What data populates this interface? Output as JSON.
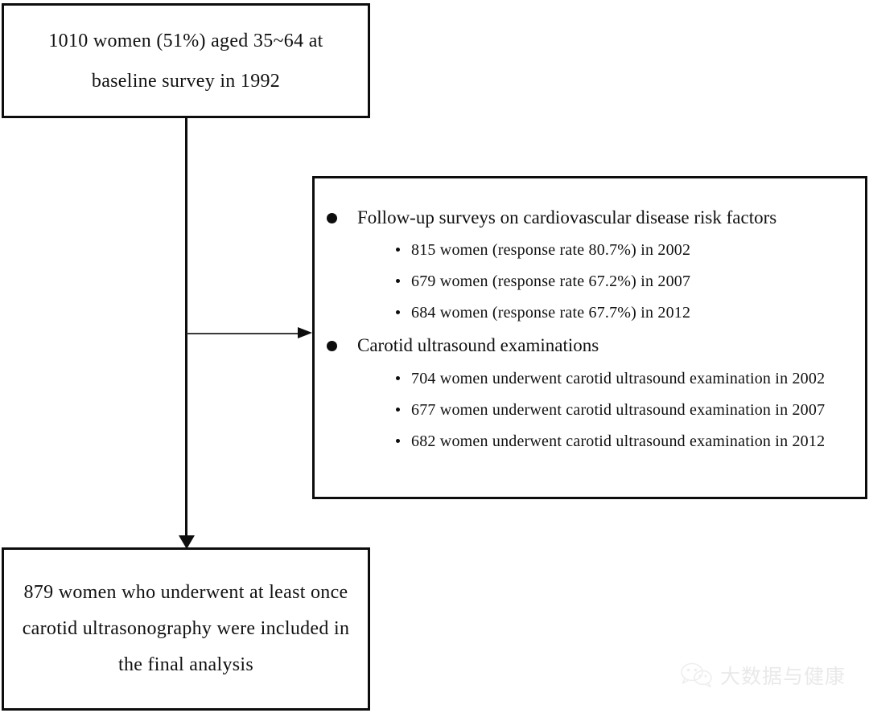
{
  "figure": {
    "type": "flowchart",
    "orientation": "vertical-with-side-branch"
  },
  "boxes": {
    "baseline": {
      "name": "baseline-survey-box",
      "lines": [
        "1010 women (51%) aged 35~64 at",
        "baseline survey in 1992"
      ]
    },
    "followup": {
      "name": "followup-and-ultrasound-box",
      "groups": [
        {
          "heading": "Follow-up surveys on cardiovascular disease risk factors",
          "items": [
            "815 women (response rate 80.7%) in 2002",
            "679 women (response rate 67.2%) in 2007",
            "684 women (response rate 67.7%) in 2012"
          ]
        },
        {
          "heading": "Carotid ultrasound examinations",
          "items": [
            "704 women underwent carotid ultrasound examination in 2002",
            "677 women underwent carotid ultrasound examination in 2007",
            "682 women underwent carotid ultrasound examination in 2012"
          ]
        }
      ]
    },
    "final": {
      "name": "final-analysis-box",
      "lines": [
        "879 women who underwent at least once",
        "carotid ultrasonography were included in",
        "the final analysis"
      ]
    }
  },
  "connectors": {
    "down_arrow": "arrow-down",
    "right_arrow": "arrow-right"
  },
  "watermark": {
    "text": "大数据与健康",
    "icon": "wechat-icon",
    "color": "#b9b9b9"
  }
}
